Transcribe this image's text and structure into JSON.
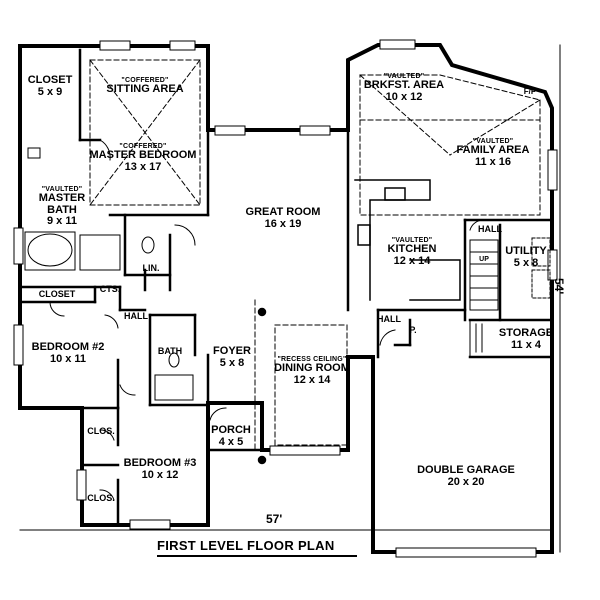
{
  "plan": {
    "title": "FIRST LEVEL FLOOR PLAN",
    "width_dim": "57'",
    "depth_dim": "54'"
  },
  "rooms": {
    "closet_master": {
      "name": "CLOSET",
      "dims": "5 x 9"
    },
    "sitting_area": {
      "qualifier": "\"COFFERED\"",
      "name": "SITTING AREA"
    },
    "master_bedroom": {
      "qualifier": "\"COFFERED\"",
      "name": "MASTER BEDROOM",
      "dims": "13 x 17"
    },
    "master_bath": {
      "qualifier": "\"VAULTED\"",
      "name": "MASTER",
      "name2": "BATH",
      "dims": "9 x 11"
    },
    "lin": {
      "name": "LIN."
    },
    "closet_hall": {
      "name": "CLOSET"
    },
    "cts": {
      "name": "CTS."
    },
    "hall_left": {
      "name": "HALL"
    },
    "bedroom2": {
      "name": "BEDROOM #2",
      "dims": "10 x 11"
    },
    "bath": {
      "name": "BATH"
    },
    "clos_upper": {
      "name": "CLOS."
    },
    "clos_lower": {
      "name": "CLOS."
    },
    "bedroom3": {
      "name": "BEDROOM #3",
      "dims": "10 x 12"
    },
    "great_room": {
      "name": "GREAT ROOM",
      "dims": "16 x 19"
    },
    "foyer": {
      "name": "FOYER",
      "dims": "5 x 8"
    },
    "porch": {
      "name": "PORCH",
      "dims": "4 x 5"
    },
    "dining_room": {
      "qualifier": "\"RECESS CEILING\"",
      "name": "DINING ROOM",
      "dims": "12 x 14"
    },
    "brkfst_area": {
      "qualifier": "\"VAULTED\"",
      "name": "BRKFST. AREA",
      "dims": "10 x 12"
    },
    "fp": {
      "name": "F/P"
    },
    "family_area": {
      "qualifier": "\"VAULTED\"",
      "name": "FAMILY AREA",
      "dims": "11 x 16"
    },
    "kitchen": {
      "qualifier": "\"VAULTED\"",
      "name": "KITCHEN",
      "dims": "12 x 14"
    },
    "hall_right": {
      "name": "HALL"
    },
    "up": {
      "name": "UP"
    },
    "utility": {
      "name": "UTILITY",
      "dims": "5 x 8"
    },
    "hall_mid": {
      "name": "HALL"
    },
    "pantry": {
      "name": "P."
    },
    "storage": {
      "name": "STORAGE",
      "dims": "11 x 4"
    },
    "garage": {
      "name": "DOUBLE GARAGE",
      "dims": "20 x 20"
    }
  }
}
